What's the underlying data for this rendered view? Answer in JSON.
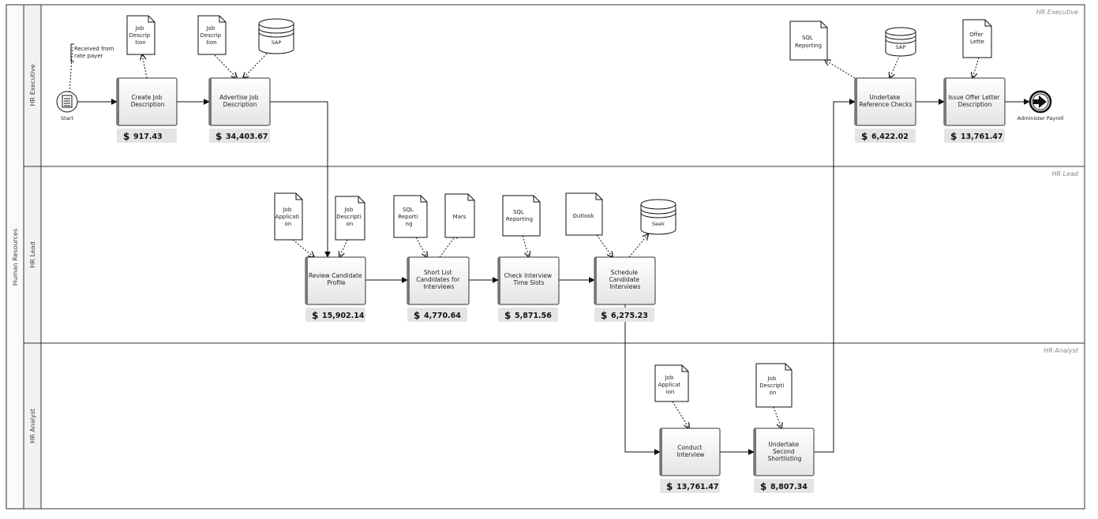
{
  "pool": {
    "label": "Human Resources"
  },
  "lanes": [
    {
      "id": "exec",
      "label": "HR Executive"
    },
    {
      "id": "lead",
      "label": "HR Lead"
    },
    {
      "id": "analyst",
      "label": "HR Analyst"
    }
  ],
  "events": {
    "start": {
      "label": "Start"
    },
    "end": {
      "label": "Administer Payroll"
    }
  },
  "annotations": [
    {
      "id": "received",
      "lines": [
        "Received from",
        "rate payer"
      ]
    }
  ],
  "tasks": [
    {
      "id": "t1",
      "lines": [
        "Create Job",
        "Description"
      ],
      "cost": "917.43"
    },
    {
      "id": "t2",
      "lines": [
        "Advertise Job",
        "Description"
      ],
      "cost": "34,403.67"
    },
    {
      "id": "t3",
      "lines": [
        "Undertake",
        "Reference Checks"
      ],
      "cost": "6,422.02"
    },
    {
      "id": "t4",
      "lines": [
        "Issue Offer Letter",
        "Description"
      ],
      "cost": "13,761.47"
    },
    {
      "id": "t5",
      "lines": [
        "Review Candidate",
        "Profile"
      ],
      "cost": "15,902.14"
    },
    {
      "id": "t6",
      "lines": [
        "Short List",
        "Candidates for",
        "Interviews"
      ],
      "cost": "4,770.64"
    },
    {
      "id": "t7",
      "lines": [
        "Check Interview",
        "Time Slots"
      ],
      "cost": "5,871.56"
    },
    {
      "id": "t8",
      "lines": [
        "Schedule",
        "Candidate",
        "Interviews"
      ],
      "cost": "6,275.23"
    },
    {
      "id": "t9",
      "lines": [
        "Conduct",
        "Interview"
      ],
      "cost": "13,761.47"
    },
    {
      "id": "t10",
      "lines": [
        "Undertake",
        "Second",
        "Shortlisting"
      ],
      "cost": "8,807.34"
    }
  ],
  "documents": [
    {
      "id": "d1",
      "lines": [
        "Job",
        "Descrip",
        "tion"
      ]
    },
    {
      "id": "d2",
      "lines": [
        "Job",
        "Descrip",
        "tion"
      ]
    },
    {
      "id": "d3",
      "lines": [
        "SQL",
        "Reporting"
      ]
    },
    {
      "id": "d4",
      "lines": [
        "Offer",
        "Lette"
      ]
    },
    {
      "id": "d5",
      "lines": [
        "Job",
        "Applicati",
        "on"
      ]
    },
    {
      "id": "d6",
      "lines": [
        "Job",
        "Descripti",
        "on"
      ]
    },
    {
      "id": "d7",
      "lines": [
        "SQL",
        "Reporti",
        "ng"
      ]
    },
    {
      "id": "d8",
      "lines": [
        "Mars"
      ]
    },
    {
      "id": "d9",
      "lines": [
        "SQL",
        "Reporting"
      ]
    },
    {
      "id": "d10",
      "lines": [
        "Outlook"
      ]
    },
    {
      "id": "d11",
      "lines": [
        "Job",
        "Applicat",
        "ion"
      ]
    },
    {
      "id": "d12",
      "lines": [
        "Job",
        "Descripti",
        "on"
      ]
    }
  ],
  "datastores": [
    {
      "id": "s1",
      "label": "SAP"
    },
    {
      "id": "s2",
      "label": "SAP"
    },
    {
      "id": "s3",
      "label": "Seek"
    }
  ],
  "cost_symbol": "$",
  "colors": {
    "border": "#333333",
    "lane_header_bg": "#f2f2f2",
    "task_fill_top": "#ffffff",
    "task_fill_bottom": "#e6e6e6",
    "cost_bg": "#e4e4e4"
  }
}
